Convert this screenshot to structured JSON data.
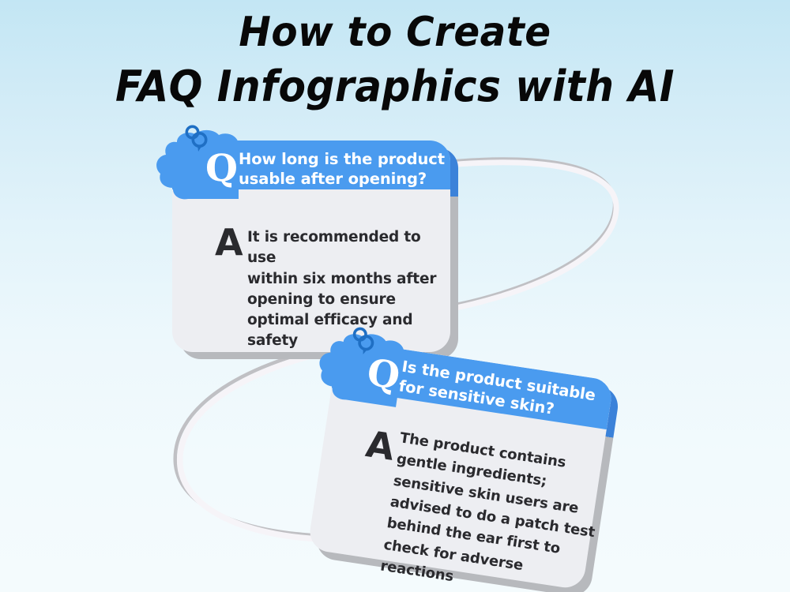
{
  "title": {
    "line1": "How to Create",
    "line2": "FAQ Infographics with AI"
  },
  "colors": {
    "accent_blue": "#4a9bef",
    "accent_blue_dark": "#3b82d9",
    "icon_blue": "#1f6fc4",
    "card_body": "#edeef2",
    "card_shadow_gray": "#b7b9bd",
    "text_dark": "#2a2a2e",
    "bg_top": "#c3e6f4",
    "bg_bottom": "#f4fbfd",
    "ribbon": "#f4f2f6",
    "ribbon_edge": "#b9b9bd"
  },
  "cards": [
    {
      "q_marker": "Q",
      "question": "How long is the product usable after opening?",
      "a_marker": "A",
      "answer": "It is recommended to use\n within six months after\nopening to ensure\noptimal efficacy and\nsafety",
      "bubble_icon": "speech-bubble-icon"
    },
    {
      "q_marker": "Q",
      "question": "Is the product suitable for sensitive skin?",
      "a_marker": "A",
      "answer": "The product contains\ngentle ingredients;\nsensitive skin users are\nadvised to do a patch test\nbehind the ear first to\ncheck for adverse reactions",
      "bubble_icon": "speech-bubble-icon"
    }
  ]
}
